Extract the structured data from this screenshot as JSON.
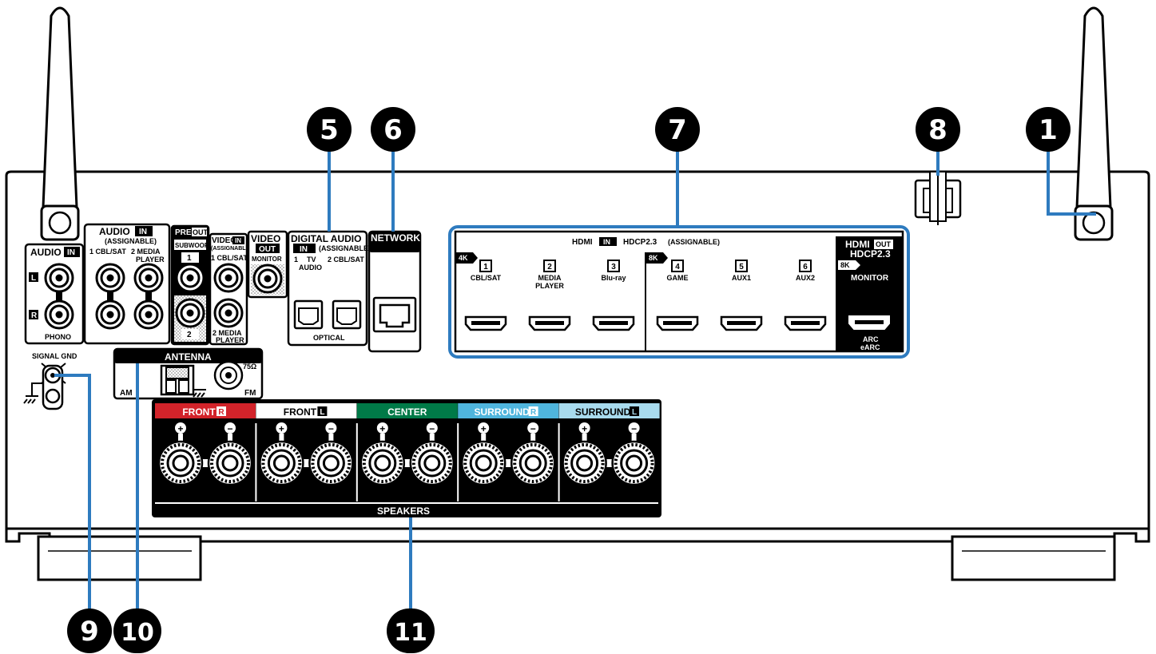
{
  "callouts": [
    "1",
    "5",
    "6",
    "7",
    "8",
    "9",
    "10",
    "11"
  ],
  "colors": {
    "callout_line": "#2e7bbf",
    "front_r": "#d2232a",
    "center": "#007a48",
    "surround_r": "#4fb5dd",
    "surround_l": "#a8dbee"
  },
  "audio_in": {
    "title": "AUDIO",
    "tag": "IN",
    "l": "L",
    "r": "R",
    "phono": "PHONO"
  },
  "audio_in2": {
    "title": "AUDIO",
    "tag": "IN",
    "assign": "(ASSIGNABLE)",
    "c1": "1 CBL/SAT",
    "c2": "2 MEDIA",
    "c2b": "PLAYER"
  },
  "pre_out": {
    "title": "PRE",
    "tag": "OUT",
    "sub": "SUBWOOFER",
    "n1": "1",
    "n2": "2"
  },
  "video_in": {
    "title": "VIDEO",
    "tag": "IN",
    "assign": "(ASSIGNABLE)",
    "c1": "1 CBL/SAT",
    "c2": "2 MEDIA",
    "c2b": "PLAYER"
  },
  "video_out": {
    "title": "VIDEO",
    "tag": "OUT",
    "monitor": "MONITOR"
  },
  "digital": {
    "title": "DIGITAL AUDIO",
    "tag": "IN",
    "assign": "(ASSIGNABLE)",
    "c1": "1",
    "c1b": "TV",
    "c1c": "AUDIO",
    "c2": "2 CBL/SAT",
    "optical": "OPTICAL"
  },
  "network": {
    "title": "NETWORK"
  },
  "signal_gnd": "SIGNAL GND",
  "antenna": {
    "title": "ANTENNA",
    "am": "AM",
    "fm": "FM",
    "ohm": "75Ω"
  },
  "hdmi": {
    "head1": "HDMI",
    "head_tag": "IN",
    "head2": "HDCP2.3",
    "head3": "(ASSIGNABLE)",
    "g4k": "4K",
    "g8k": "8K",
    "inputs": [
      {
        "n": "1",
        "l1": "CBL/SAT",
        "l2": ""
      },
      {
        "n": "2",
        "l1": "MEDIA",
        "l2": "PLAYER"
      },
      {
        "n": "3",
        "l1": "Blu-ray",
        "l2": ""
      },
      {
        "n": "4",
        "l1": "GAME",
        "l2": ""
      },
      {
        "n": "5",
        "l1": "AUX1",
        "l2": ""
      },
      {
        "n": "6",
        "l1": "AUX2",
        "l2": ""
      }
    ],
    "out_title": "HDMI",
    "out_tag": "OUT",
    "out_hdcp": "HDCP2.3",
    "out_8k": "8K",
    "out_monitor": "MONITOR",
    "arc": "ARC",
    "earc": "eARC"
  },
  "speakers": {
    "title": "SPEAKERS",
    "channels": [
      {
        "name": "FRONT",
        "tag": "R"
      },
      {
        "name": "FRONT",
        "tag": "L"
      },
      {
        "name": "CENTER",
        "tag": ""
      },
      {
        "name": "SURROUND",
        "tag": "R"
      },
      {
        "name": "SURROUND",
        "tag": "L"
      }
    ],
    "plus": "+",
    "minus": "−"
  }
}
